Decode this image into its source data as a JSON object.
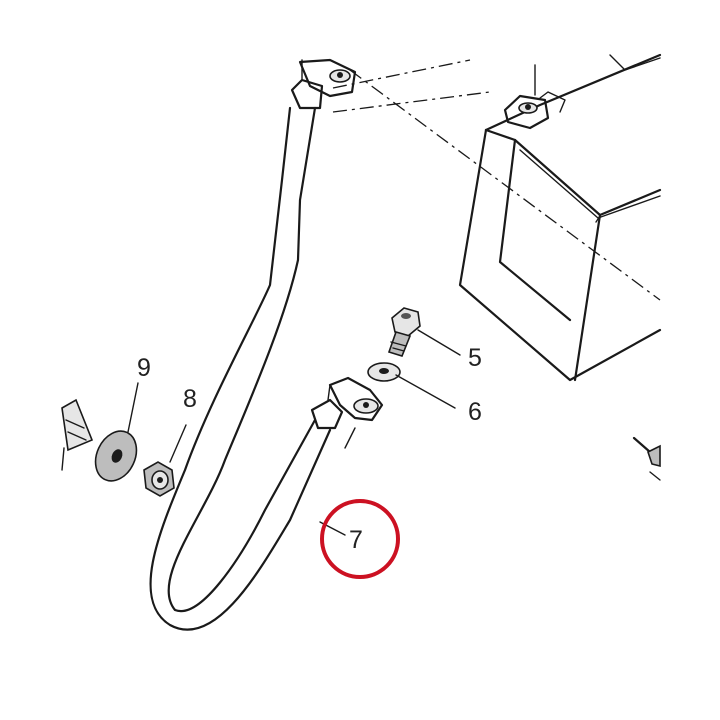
{
  "callouts": [
    {
      "id": "5",
      "label": "5"
    },
    {
      "id": "6",
      "label": "6"
    },
    {
      "id": "7",
      "label": "7"
    },
    {
      "id": "8",
      "label": "8"
    },
    {
      "id": "9",
      "label": "9"
    }
  ],
  "highlight": {
    "target": "7",
    "color": "#cc1122"
  }
}
